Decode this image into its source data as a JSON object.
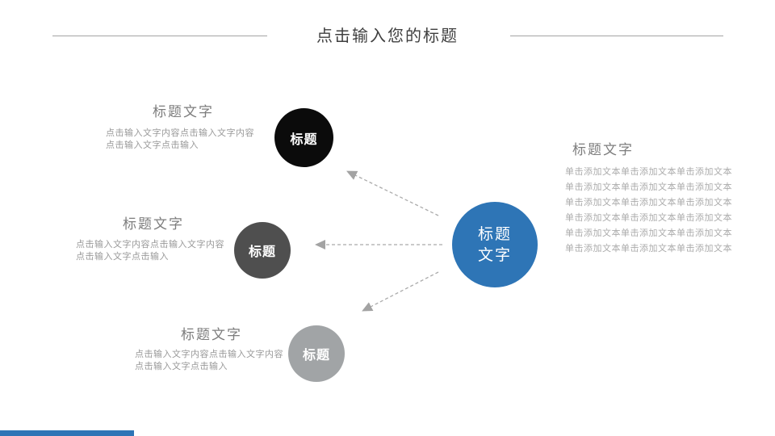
{
  "slide": {
    "title": "点击输入您的标题"
  },
  "blocks": [
    {
      "heading": "标题文字",
      "body": [
        "点击输入文字内容点击输入文字内容",
        "点击输入文字点击输入"
      ],
      "circle_label": "标题",
      "circle_color": "#0b0b0b"
    },
    {
      "heading": "标题文字",
      "body": [
        "点击输入文字内容点击输入文字内容",
        "点击输入文字点击输入"
      ],
      "circle_label": "标题",
      "circle_color": "#4f4f4f"
    },
    {
      "heading": "标题文字",
      "body": [
        "点击输入文字内容点击输入文字内容",
        "点击输入文字点击输入"
      ],
      "circle_label": "标题",
      "circle_color": "#a1a4a6"
    }
  ],
  "center_circle": {
    "label_line1": "标题",
    "label_line2": "文字",
    "color": "#2e75b6"
  },
  "right_block": {
    "heading": "标题文字",
    "lines": [
      "单击添加文本单击添加文本单击添加文本",
      "单击添加文本单击添加文本单击添加文本",
      "单击添加文本单击添加文本单击添加文本",
      "单击添加文本单击添加文本单击添加文本",
      "单击添加文本单击添加文本单击添加文本",
      "单击添加文本单击添加文本单击添加文本"
    ]
  },
  "colors": {
    "accent_blue": "#2e75b6",
    "arrow_gray": "#a6a6a6",
    "rule_gray": "#a3a3a3"
  }
}
